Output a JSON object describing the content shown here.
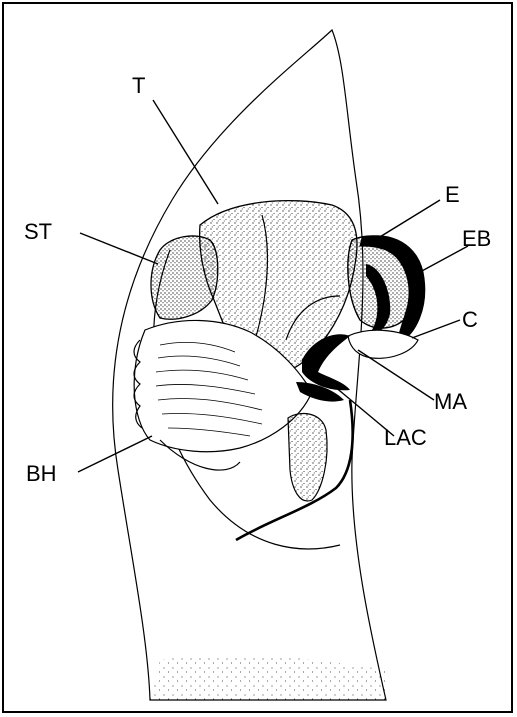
{
  "figure": {
    "labels": {
      "T": "T",
      "E": "E",
      "EB": "EB",
      "ST": "ST",
      "C": "C",
      "MA": "MA",
      "LAC": "LAC",
      "BH": "BH"
    },
    "colors": {
      "ink": "#000000",
      "background": "#ffffff"
    }
  }
}
